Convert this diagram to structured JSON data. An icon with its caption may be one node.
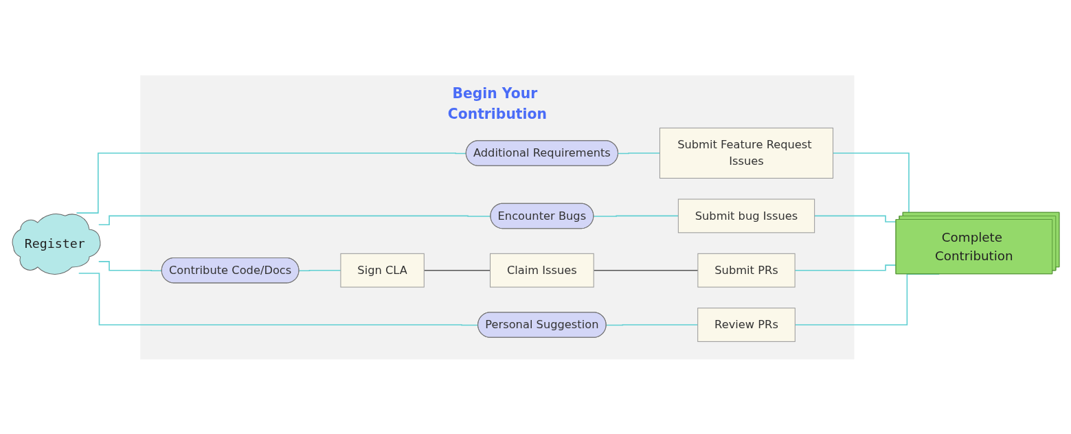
{
  "diagram": {
    "nodes": [
      {
        "text": [
          "Register"
        ]
      },
      {
        "text": [
          "Begin Your Contribution"
        ]
      },
      {
        "text": [
          "Additional Requirements"
        ],
        "in": 1
      },
      {
        "text": [
          "Encounter Bugs"
        ],
        "in": 1
      },
      {
        "text": [
          "Contribute Code/Docs"
        ],
        "in": 1
      },
      {
        "text": [
          "Personal Suggestion"
        ],
        "in": 1
      },
      {
        "text": [
          "Submit Feature Request Issues"
        ],
        "in": 1
      },
      {
        "text": [
          "Submit bug Issues"
        ],
        "in": 1
      },
      {
        "text": [
          "Sign CLA"
        ],
        "in": 1
      },
      {
        "text": [
          "Claim Issues"
        ],
        "in": 1
      },
      {
        "text": [
          "Submit PRs"
        ],
        "in": 1
      },
      {
        "text": [
          "Review PRs"
        ],
        "in": 1
      },
      {
        "text": [
          "Complete Contribution"
        ]
      }
    ],
    "edges": [
      {
        "from": 0,
        "to": 2,
        "arrow": "none"
      },
      {
        "from": 0,
        "to": 3,
        "arrow": "none"
      },
      {
        "from": 0,
        "to": 4,
        "arrow": "none"
      },
      {
        "from": 0,
        "to": 5,
        "arrow": "none"
      },
      {
        "from": 2,
        "to": 6,
        "arrow": "none"
      },
      {
        "from": 3,
        "to": 7,
        "arrow": "none"
      },
      {
        "from": 4,
        "to": 8,
        "arrow": "none"
      },
      {
        "from": 5,
        "to": 11,
        "arrow": "none"
      },
      {
        "from": 8,
        "to": 9,
        "arrow": "none",
        "color": "#555555"
      },
      {
        "from": 9,
        "to": 10,
        "arrow": "none",
        "color": "#555555"
      },
      {
        "from": 6,
        "to": 12,
        "arrow": "none"
      },
      {
        "from": 7,
        "to": 12,
        "arrow": "none"
      },
      {
        "from": 10,
        "to": 12,
        "arrow": "none"
      },
      {
        "from": 11,
        "to": 12,
        "arrow": "none"
      }
    ]
  }
}
